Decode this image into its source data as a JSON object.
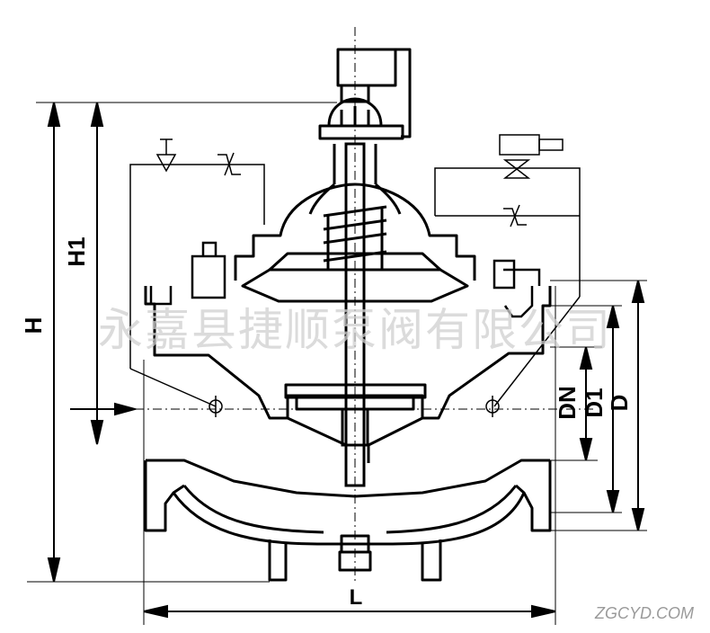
{
  "dimensions": {
    "H": "H",
    "H1": "H1",
    "L": "L",
    "DN": "DN",
    "D1": "D1",
    "D": "D"
  },
  "watermark": "永嘉县捷顺泵阀有限公司",
  "site_mark": "ZGCYD.COM",
  "colors": {
    "line": "#000000",
    "watermark": "#cfcfcf"
  }
}
